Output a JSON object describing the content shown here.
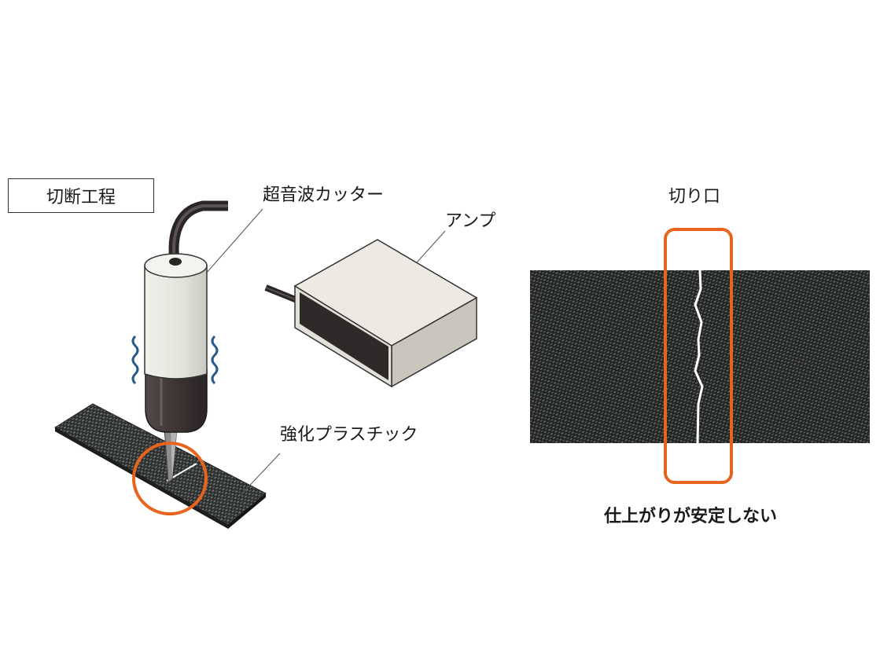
{
  "process_label": "切断工程",
  "labels": {
    "cutter": "超音波カッター",
    "amp": "アンプ",
    "material": "強化プラスチック",
    "cut_edge": "切り口",
    "result": "仕上がりが安定しない"
  },
  "colors": {
    "highlight": "#e8641e",
    "vibration": "#2a5a8a",
    "cutter_body": "#e6e6df",
    "cutter_grip": "#3e3636",
    "fabric_dark": "#2c2e2e",
    "amp_body": "#e2e1da"
  },
  "icons": [
    "vibration-wave-icon",
    "highlight-circle-icon",
    "highlight-rect-icon"
  ]
}
